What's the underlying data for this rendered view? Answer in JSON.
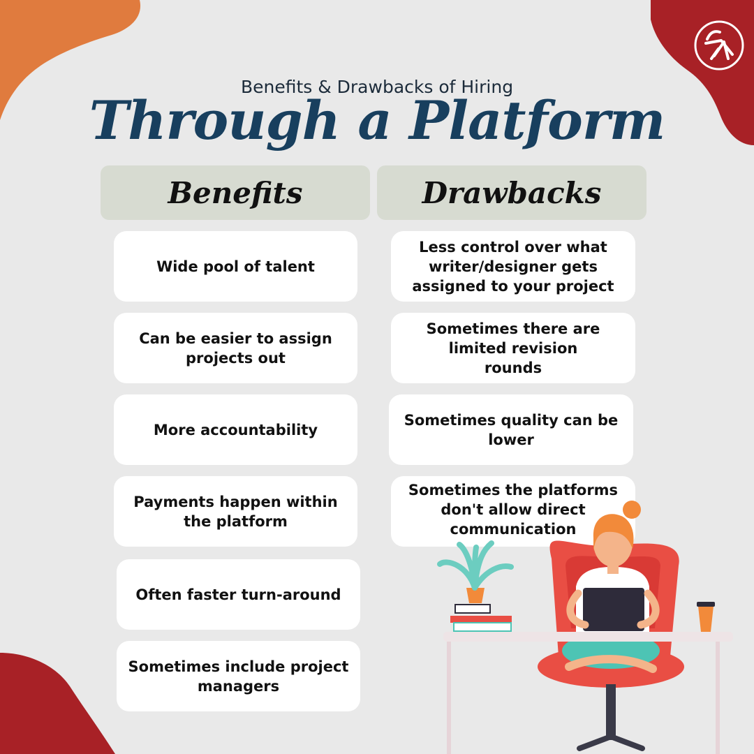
{
  "header": {
    "subtitle": "Benefits & Drawbacks of Hiring",
    "title": "Through a Platform"
  },
  "columns": {
    "benefits": {
      "heading": "Benefits",
      "items": [
        "Wide pool of talent",
        "Can be easier to assign projects out",
        "More accountability",
        "Payments happen within the platform",
        "Often faster turn-around",
        "Sometimes include project managers"
      ]
    },
    "drawbacks": {
      "heading": "Drawbacks",
      "items": [
        "Less control over what writer/designer gets assigned to your project",
        "Sometimes there are limited revision rounds",
        "Sometimes quality can be lower",
        "Sometimes the platforms don't allow direct communication"
      ]
    }
  },
  "colors": {
    "background": "#e9e9e9",
    "title": "#183f5e",
    "header_box": "#d7dbd1",
    "accent_orange": "#e07b3e",
    "accent_red": "#a82126"
  },
  "icons": [
    "logo-icon",
    "woman-with-laptop-illustration",
    "plant-icon",
    "coffee-cup-icon"
  ]
}
